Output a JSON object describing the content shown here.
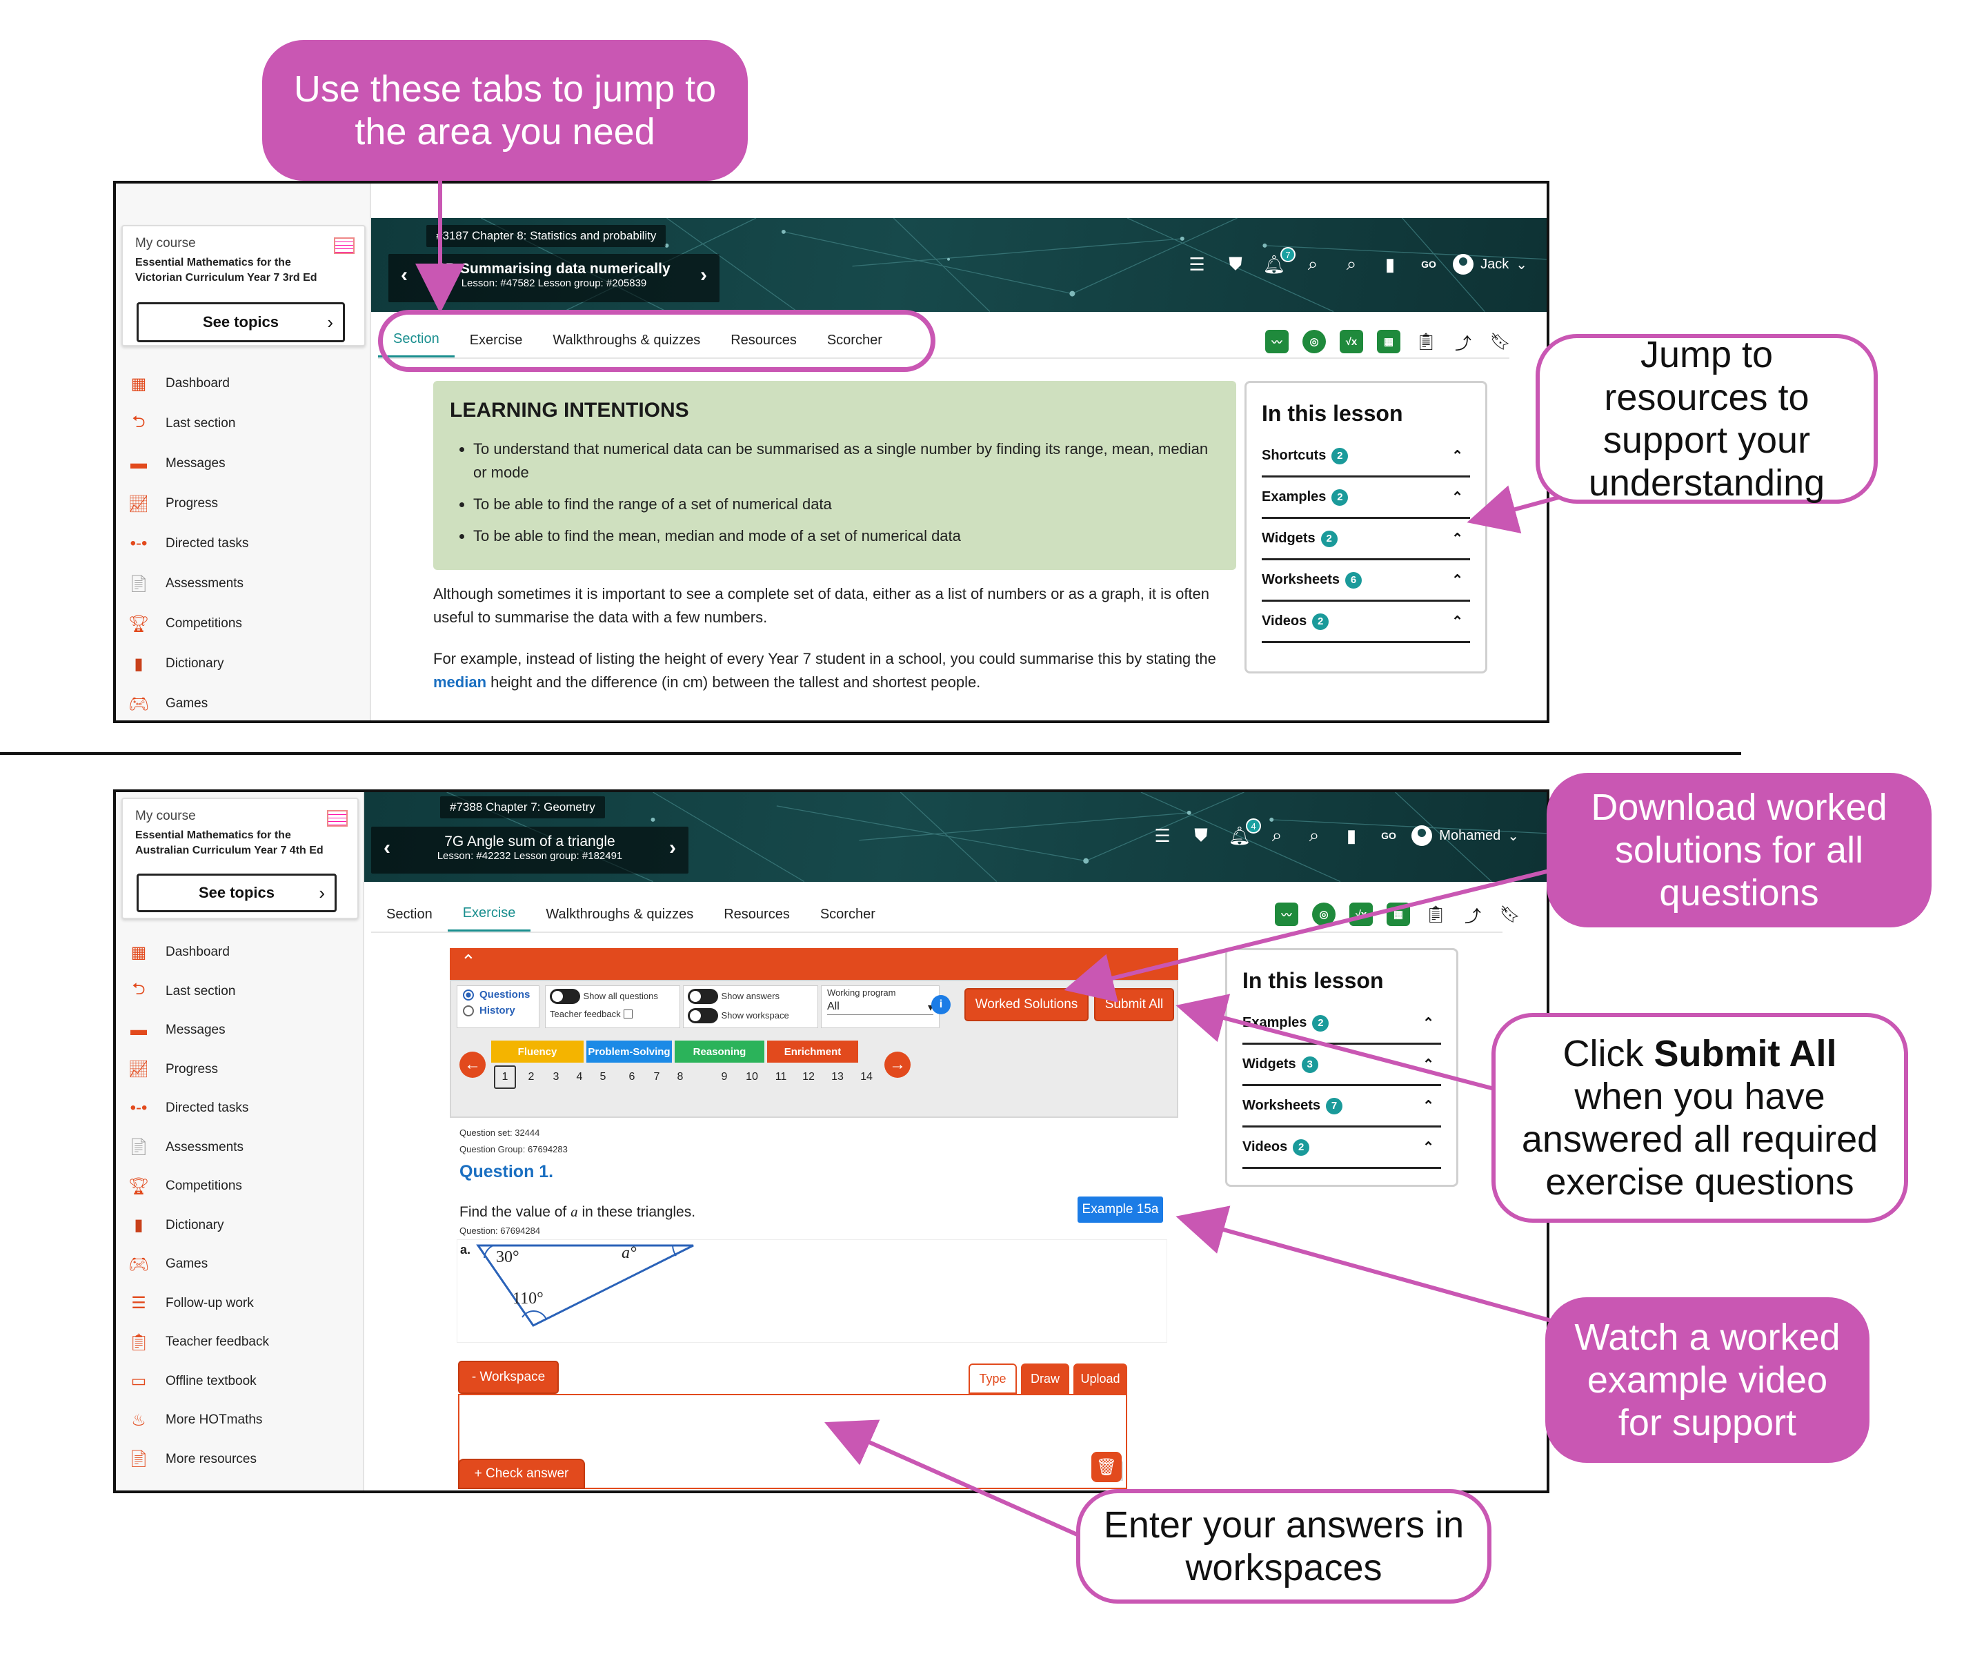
{
  "callouts": {
    "tabs": "Use these tabs to jump to the area you need",
    "resources": "Jump to resources to support your understanding",
    "worked": "Download worked solutions for all questions",
    "submit_pre": "Click ",
    "submit_bold": "Submit All",
    "submit_post": " when you have answered all required exercise questions",
    "watch": "Watch a worked example video for support",
    "enter": "Enter your answers in workspaces"
  },
  "top": {
    "mycourse_label": "My course",
    "course_name": "Essential Mathematics for the Victorian Curriculum Year 7 3rd Ed",
    "see_topics": "See topics",
    "nav": [
      "Dashboard",
      "Last section",
      "Messages",
      "Progress",
      "Directed tasks",
      "Assessments",
      "Competitions",
      "Dictionary",
      "Games"
    ],
    "breadcrumb": "#3187 Chapter 8: Statistics and probability",
    "lesson_title": "8B Summarising data numerically",
    "lesson_sub": "Lesson: #47582   Lesson group: #205839",
    "bell_count": "7",
    "user": "Jack",
    "tabs": [
      "Section",
      "Exercise",
      "Walkthroughs & quizzes",
      "Resources",
      "Scorcher"
    ],
    "active_tab": "Section",
    "learning_title": "LEARNING INTENTIONS",
    "learning": [
      "To understand that numerical data can be summarised as a single number by finding its range, mean, median or mode",
      "To be able to find the range of a set of numerical data",
      "To be able to find the mean, median and mode of a set of numerical data"
    ],
    "para1": "Although sometimes it is important to see a complete set of data, either as a list of numbers or as a graph, it is often useful to summarise the data with a few numbers.",
    "para2_pre": "For example, instead of listing the height of every Year 7 student in a school, you could summarise this by stating the ",
    "para2_hl": "median",
    "para2_post": " height and the difference (in cm) between the tallest and shortest people.",
    "in_lesson": "In this lesson",
    "lesson_items": [
      {
        "label": "Shortcuts",
        "count": "2"
      },
      {
        "label": "Examples",
        "count": "2"
      },
      {
        "label": "Widgets",
        "count": "2"
      },
      {
        "label": "Worksheets",
        "count": "6"
      },
      {
        "label": "Videos",
        "count": "2"
      }
    ]
  },
  "bottom": {
    "mycourse_label": "My course",
    "course_name": "Essential Mathematics for the Australian Curriculum Year 7 4th Ed",
    "see_topics": "See topics",
    "nav": [
      "Dashboard",
      "Last section",
      "Messages",
      "Progress",
      "Directed tasks",
      "Assessments",
      "Competitions",
      "Dictionary",
      "Games",
      "Follow-up work",
      "Teacher feedback",
      "Offline textbook",
      "More HOTmaths",
      "More resources"
    ],
    "breadcrumb": "#7388 Chapter 7: Geometry",
    "lesson_title": "7G Angle sum of a triangle",
    "lesson_sub": "Lesson: #42232   Lesson group: #182491",
    "bell_count": "4",
    "user": "Mohamed",
    "tabs": [
      "Section",
      "Exercise",
      "Walkthroughs & quizzes",
      "Resources",
      "Scorcher"
    ],
    "active_tab": "Exercise",
    "questions_radio": "Questions",
    "history_radio": "History",
    "show_all": "Show all questions",
    "teacher_feedback": "Teacher feedback",
    "show_answers": "Show answers",
    "show_workspace": "Show workspace",
    "working_program": "Working program",
    "working_value": "All",
    "worked_solutions": "Worked Solutions",
    "submit_all": "Submit All",
    "categories": [
      {
        "label": "Fluency",
        "color": "#f4b400"
      },
      {
        "label": "Problem-Solving",
        "color": "#1b8ae6"
      },
      {
        "label": "Reasoning",
        "color": "#2bb35a"
      },
      {
        "label": "Enrichment",
        "color": "#e24a1d"
      }
    ],
    "qnums": [
      "1",
      "2",
      "3",
      "4",
      "5",
      "6",
      "7",
      "8",
      "9",
      "10",
      "11",
      "12",
      "13",
      "14"
    ],
    "question_set": "Question set: 32444",
    "question_group": "Question Group: 67694283",
    "question_title": "Question 1.",
    "question_text": "Find the value of",
    "question_var": "a",
    "question_text2": "in these triangles.",
    "question_id": "Question: 67694284",
    "example_btn": "Example 15a",
    "part_a": "a.",
    "angle1": "30°",
    "angle2": "a°",
    "angle3": "110°",
    "workspace": "- Workspace",
    "wtabs": [
      "Type",
      "Draw",
      "Upload"
    ],
    "check_answer": "+ Check answer",
    "in_lesson": "In this lesson",
    "lesson_items": [
      {
        "label": "Examples",
        "count": "2"
      },
      {
        "label": "Widgets",
        "count": "3"
      },
      {
        "label": "Worksheets",
        "count": "7"
      },
      {
        "label": "Videos",
        "count": "2"
      }
    ]
  }
}
